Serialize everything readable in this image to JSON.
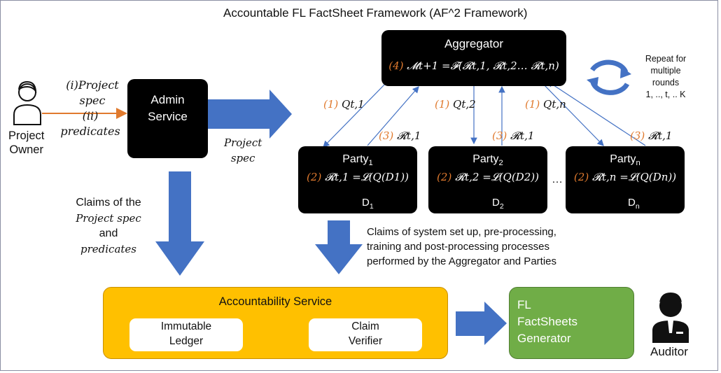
{
  "title": "Accountable FL FactSheet Framework (AF^2 Framework)",
  "project_owner": {
    "label_line1": "Project",
    "label_line2": "Owner",
    "input_line1": "(i)Project",
    "input_line2": "spec",
    "input_line3": "(ii) predicates"
  },
  "admin_service": {
    "line1": "Admin",
    "line2": "Service"
  },
  "project_spec_arrow": {
    "line1": "Project",
    "line2": "spec"
  },
  "aggregator": {
    "title": "Aggregator",
    "step": "(4)",
    "formula": "𝓜t+1 =𝓕(𝓡t,1, 𝓡t,2… 𝓡t,n)"
  },
  "repeat_note": {
    "line1": "Repeat for",
    "line2": "multiple",
    "line3": "rounds",
    "line4": "1, .., t, .. K"
  },
  "queries": [
    {
      "step": "(1)",
      "label": "Qt,1"
    },
    {
      "step": "(1)",
      "label": "Qt,2"
    },
    {
      "step": "(1)",
      "label": "Qt,n"
    }
  ],
  "responses": [
    {
      "step": "(3)",
      "label": "𝓡t,1"
    },
    {
      "step": "(3)",
      "label": "𝓡t,1"
    },
    {
      "step": "(3)",
      "label": "𝓡t,1"
    }
  ],
  "parties": [
    {
      "name": "Party",
      "sub": "1",
      "step": "(2)",
      "formula": "𝓡t,1 =𝓛(Q(D1))",
      "data": "D",
      "data_sub": "1"
    },
    {
      "name": "Party",
      "sub": "2",
      "step": "(2)",
      "formula": "𝓡t,2 =𝓛(Q(D2))",
      "data": "D",
      "data_sub": "2"
    },
    {
      "name": "Party",
      "sub": "n",
      "step": "(2)",
      "formula": "𝓡t,n =𝓛(Q(Dn))",
      "data": "D",
      "data_sub": "n"
    }
  ],
  "ellipsis": "…",
  "claims_left": {
    "line1": "Claims of the",
    "line2": "Project spec",
    "line3": "and",
    "line4": "predicates"
  },
  "claims_right": {
    "line1": "Claims of system set up, pre-processing,",
    "line2": "training and post-processing processes",
    "line3": "performed by the Aggregator and Parties"
  },
  "accountability_service": {
    "title": "Accountability Service",
    "ledger_line1": "Immutable",
    "ledger_line2": "Ledger",
    "verifier_line1": "Claim",
    "verifier_line2": "Verifier"
  },
  "factsheets_generator": {
    "line1": "FL",
    "line2": "FactSheets",
    "line3": "Generator"
  },
  "auditor": {
    "label": "Auditor"
  },
  "colors": {
    "accent_orange": "#e07a2e",
    "arrow_blue": "#4472c4",
    "accountability_fill": "#ffc000",
    "generator_fill": "#70ad47",
    "box_black": "#000000"
  }
}
